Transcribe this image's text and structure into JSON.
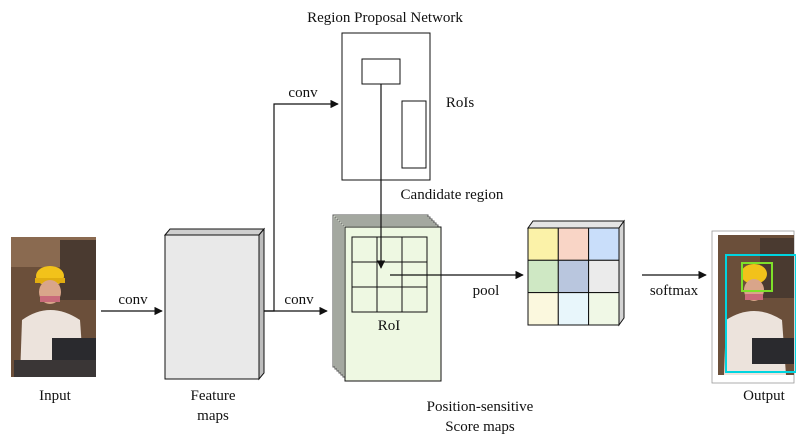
{
  "title": "Region Proposal Network",
  "labels": {
    "input": "Input",
    "conv_input": "conv",
    "feature_maps_line1": "Feature",
    "feature_maps_line2": "maps",
    "conv_upper": "conv",
    "conv_lower": "conv",
    "rois": "RoIs",
    "candidate_region": "Candidate region",
    "roi": "RoI",
    "pool": "pool",
    "ps_line1": "Position-sensitive",
    "ps_line2": "Score maps",
    "softmax": "softmax",
    "output": "Output"
  },
  "colors": {
    "score_map_fill": "#eef8e2",
    "feature_map_fill": "#e9e9e9",
    "detection_box": "#00d5e0",
    "detection_face": "#7ee02a",
    "pool_grid": [
      "#fbf2a8",
      "#f9d5c6",
      "#c9defa",
      "#cfe8c4",
      "#b9c6de",
      "#ebebeb",
      "#fbf8de",
      "#e8f6fb",
      "#f0f8e6"
    ]
  }
}
